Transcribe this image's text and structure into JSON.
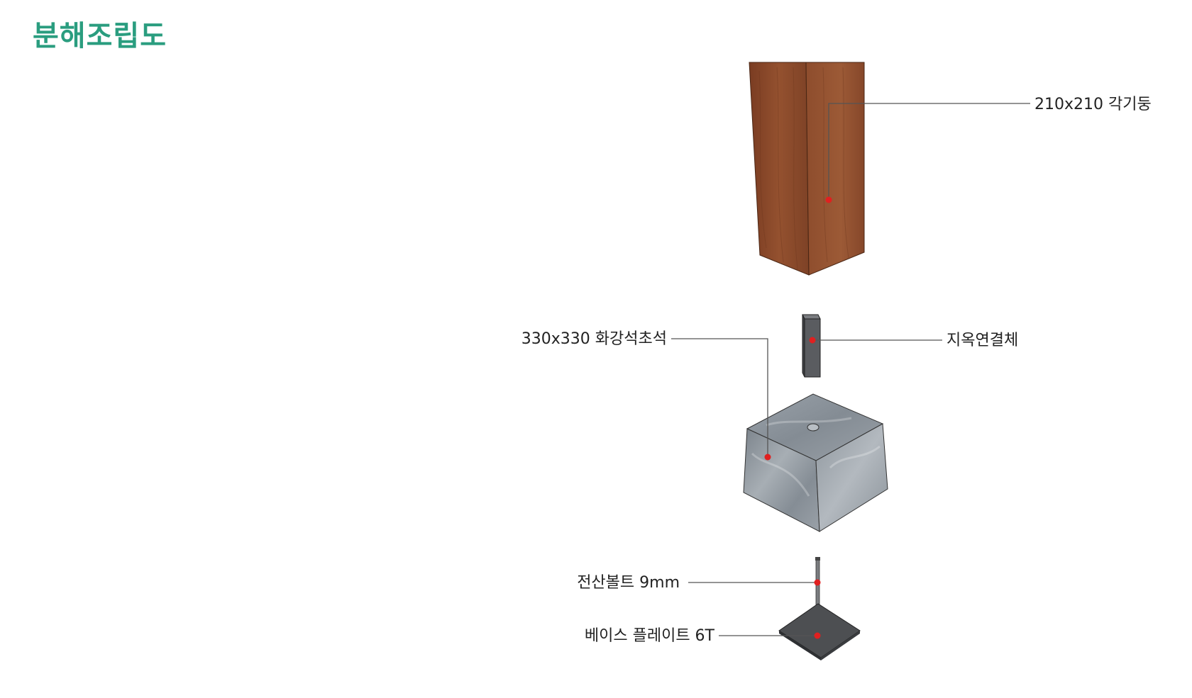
{
  "page": {
    "title": "분해조립도",
    "title_color": "#2a9d7f"
  },
  "diagram": {
    "label_color": "#222222",
    "leader_color": "#555555",
    "marker_color": "#e02020",
    "parts": [
      {
        "id": "post",
        "label": "210x210 각기둥",
        "material": "wood",
        "color": "#8a4a2a"
      },
      {
        "id": "connector",
        "label": "지옥연결체",
        "material": "steel",
        "color": "#555555"
      },
      {
        "id": "base-stone",
        "label": "330x330 화강석초석",
        "material": "granite",
        "color": "#8a9199"
      },
      {
        "id": "bolt",
        "label": "전산볼트 9mm",
        "material": "steel",
        "color": "#555555"
      },
      {
        "id": "base-plate",
        "label": "베이스 플레이트 6T",
        "material": "steel",
        "color": "#4d4f52"
      }
    ]
  }
}
